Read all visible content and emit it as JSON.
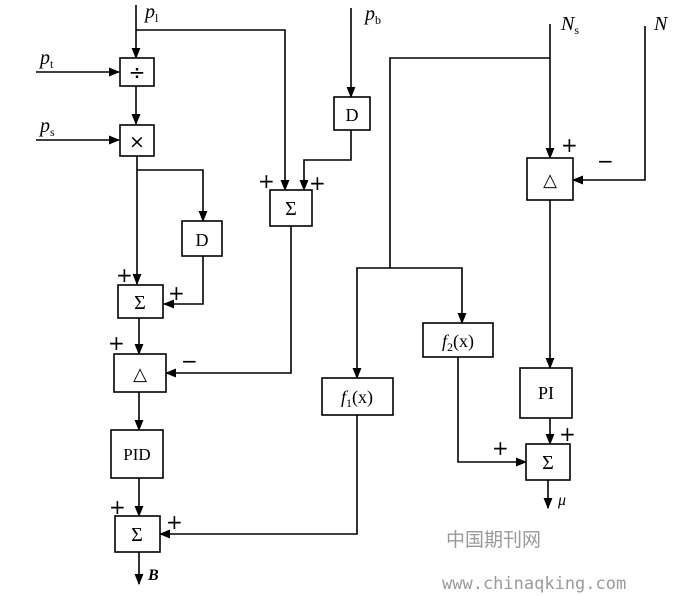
{
  "inputs": {
    "p_l": {
      "base": "p",
      "sub": "l"
    },
    "p_b": {
      "base": "p",
      "sub": "b"
    },
    "p_t": {
      "base": "p",
      "sub": "t"
    },
    "p_s": {
      "base": "p",
      "sub": "s"
    },
    "N_s": {
      "base": "N",
      "sub": "s"
    },
    "N": "N"
  },
  "blocks": {
    "divide": "÷",
    "multiply": "×",
    "deriv_b": "D",
    "deriv_mid": "D",
    "sum_top": "Σ",
    "sum_left": "Σ",
    "delta_left": "△",
    "delta_right": "△",
    "pid": "PID",
    "pi": "PI",
    "sum_out_left": "Σ",
    "sum_out_right": "Σ",
    "f1": {
      "name": "f",
      "sub": "1",
      "arg": "(x)"
    },
    "f2": {
      "name": "f",
      "sub": "2",
      "arg": "(x)"
    }
  },
  "signs": {
    "plus": "+",
    "minus": "−"
  },
  "outputs": {
    "B": "B",
    "mu": "μ"
  },
  "watermark": {
    "cn": "中国期刊网",
    "url": "www.chinaqking.com"
  }
}
